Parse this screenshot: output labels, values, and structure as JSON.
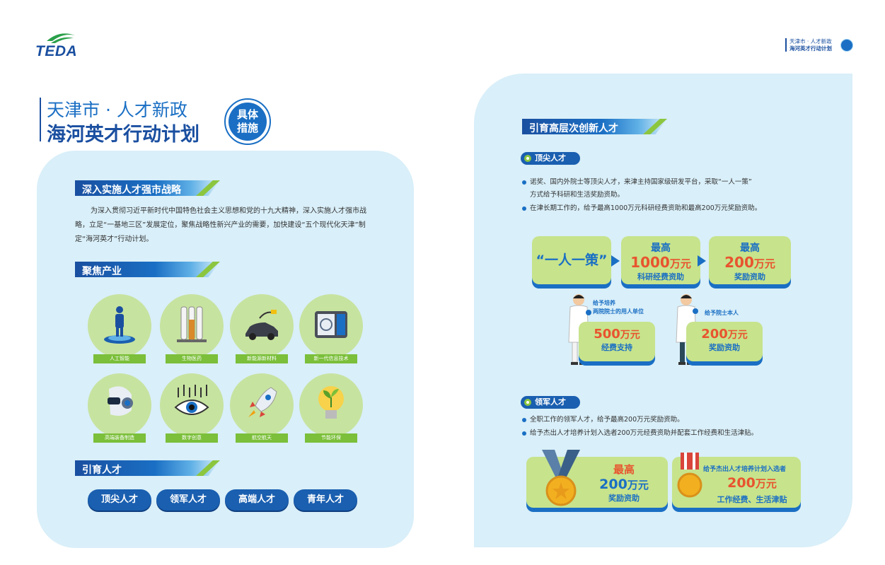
{
  "logo": {
    "text": "TEDA"
  },
  "top_right": {
    "line1": "天津市 · 人才新政",
    "line2": "海河英才行动计划"
  },
  "title": {
    "line1": "天津市 · 人才新政",
    "line2": "海河英才行动计划",
    "badge_top": "具体",
    "badge_bottom": "措施"
  },
  "left": {
    "section1": {
      "title": "深入实施人才强市战略",
      "para": "为深入贯彻习近平新时代中国特色社会主义思想和党的十九大精神，深入实施人才强市战略，立足“一基地三区”发展定位，聚焦战略性新兴产业的需要，加快建设“五个现代化天津”制定“海河英才”行动计划。"
    },
    "section2": {
      "title": "聚焦产业",
      "industries": [
        {
          "label": "人工智能",
          "icon": "ai-hologram-icon"
        },
        {
          "label": "生物医药",
          "icon": "test-tube-icon"
        },
        {
          "label": "新能源新材料",
          "icon": "ev-car-icon"
        },
        {
          "label": "新一代信息技术",
          "icon": "fingerprint-scanner-icon"
        },
        {
          "label": "高端装备制造",
          "icon": "robot-head-icon"
        },
        {
          "label": "数字创意",
          "icon": "digital-eye-icon"
        },
        {
          "label": "航空航天",
          "icon": "rocket-icon"
        },
        {
          "label": "节能环保",
          "icon": "eco-bulb-icon"
        }
      ]
    },
    "section3": {
      "title": "引育人才",
      "pills": [
        "顶尖人才",
        "领军人才",
        "高端人才",
        "青年人才"
      ]
    }
  },
  "right": {
    "section_title": "引育高层次创新人才",
    "top": {
      "tag": "顶尖人才",
      "bullets": [
        "诺奖、国内外院士等顶尖人才，来津主持国家级研发平台，采取“一人一策”",
        "方式给予科研和生活奖励资助。",
        "在津长期工作的，给予最高1000万元科研经费资助和最高200万元奖励资助。"
      ],
      "box_policy": "“一人一策”",
      "box2": {
        "top": "最高",
        "amount": "1000",
        "unit": "万元",
        "desc": "科研经费资助"
      },
      "box3": {
        "top": "最高",
        "amount": "200",
        "unit": "万元",
        "desc": "奖励资助"
      },
      "sci1": {
        "caption1": "给予培养",
        "caption2": "两院院士的用人单位",
        "amount": "500",
        "unit": "万元",
        "desc": "经费支持"
      },
      "sci2": {
        "caption1": "给予院士本人",
        "amount": "200",
        "unit": "万元",
        "desc": "奖励资助"
      }
    },
    "lead": {
      "tag": "领军人才",
      "bullets": [
        "全职工作的领军人才，给予最高200万元奖励资助。",
        "给予杰出人才培养计划入选者200万元经费资助并配套工作经费和生活津贴。"
      ],
      "box1": {
        "top": "最高",
        "amount": "200",
        "unit": "万元",
        "desc": "奖励资助"
      },
      "box2": {
        "caption": "给予杰出人才培养计划入选者",
        "amount": "200",
        "unit": "万元",
        "desc": "工作经费、生活津贴"
      }
    }
  },
  "colors": {
    "primary": "#1a4fa0",
    "accent": "#1a6fc4",
    "green": "#8cc63f",
    "orange": "#e8542e",
    "panel": "#d9eff9"
  }
}
